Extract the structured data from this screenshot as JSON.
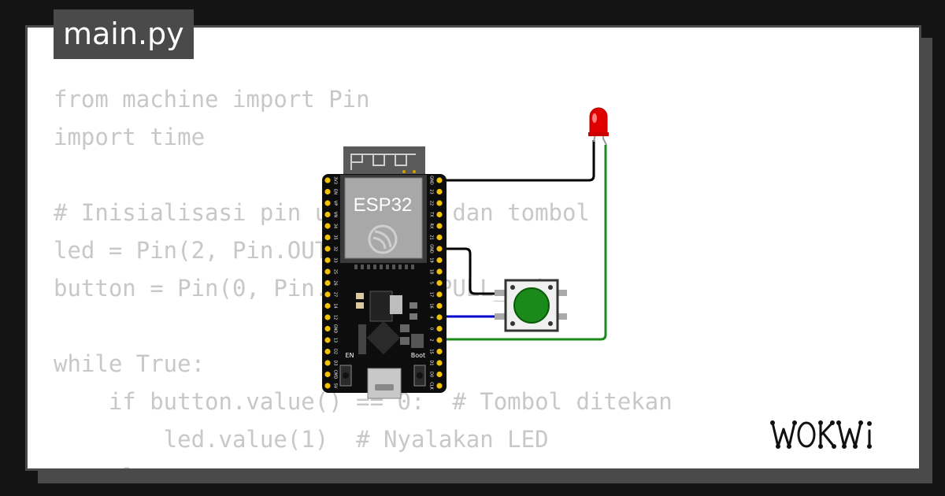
{
  "file_tab": {
    "name": "main.py"
  },
  "code_lines": [
    "from machine import Pin",
    "import time",
    "",
    "# Inisialisasi pin untuk LED dan tombol",
    "led = Pin(2, Pin.OUT)",
    "button = Pin(0, Pin.IN, Pin.PULL_UP)",
    "",
    "while True:",
    "    if button.value() == 0:  # Tombol ditekan",
    "        led.value(1)  # Nyalakan LED",
    "    else:"
  ],
  "board": {
    "label": "ESP32",
    "en_label": "EN",
    "boot_label": "Boot",
    "left_pins": [
      "3V3",
      "EN",
      "VP",
      "VN",
      "34",
      "35",
      "32",
      "33",
      "25",
      "26",
      "27",
      "14",
      "12",
      "GND",
      "13",
      "D2",
      "D3",
      "CMD",
      "5V"
    ],
    "right_pins": [
      "GND",
      "23",
      "22",
      "TX",
      "RX",
      "21",
      "GND",
      "19",
      "18",
      "5",
      "17",
      "16",
      "4",
      "0",
      "2",
      "15",
      "D1",
      "D0",
      "CLK"
    ]
  },
  "components": {
    "led_color": "red",
    "button_color": "green"
  },
  "wire_colors": {
    "gnd": "#000000",
    "button_signal": "#0000cc",
    "led_signal": "#1a8a1a"
  },
  "brand": {
    "logo": "WOKWi"
  }
}
